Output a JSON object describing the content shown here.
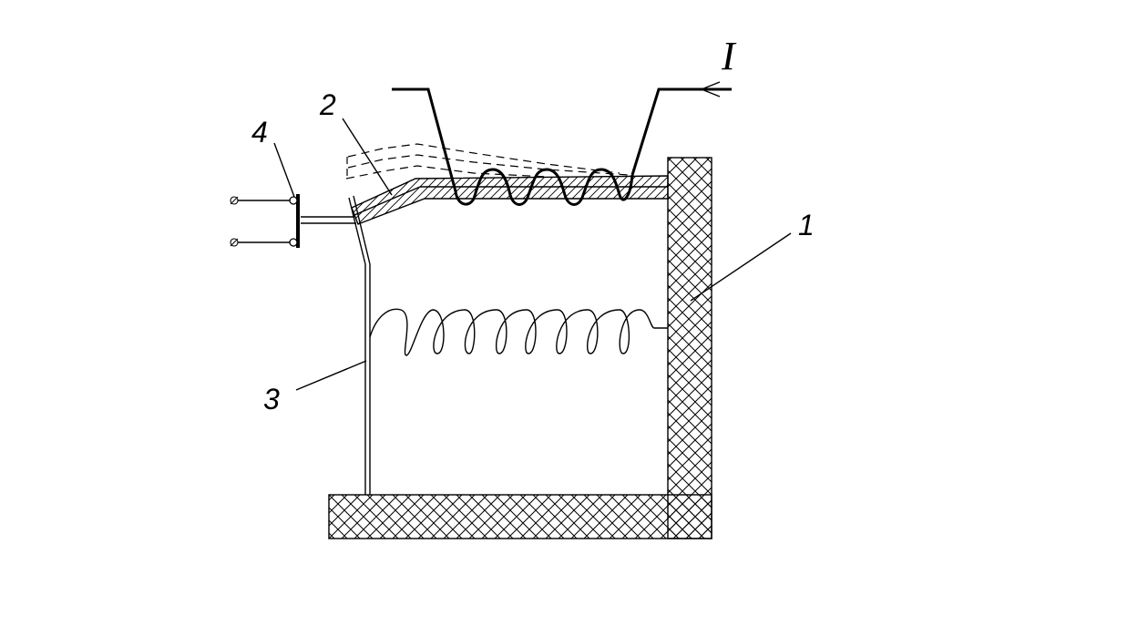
{
  "diagram": {
    "labels": {
      "frame": "1",
      "bimetal": "2",
      "lever": "3",
      "contacts": "4",
      "current": "I"
    },
    "colors": {
      "line": "#000000",
      "background": "#ffffff"
    }
  }
}
